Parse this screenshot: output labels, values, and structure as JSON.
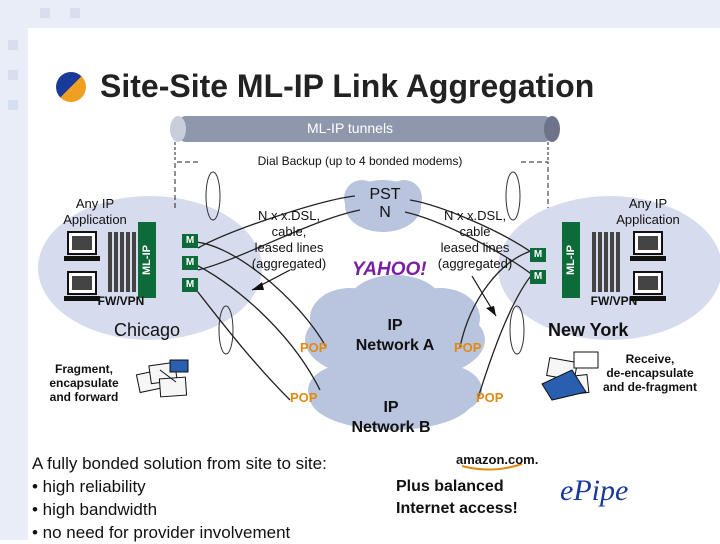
{
  "title": "Site-Site ML-IP Link Aggregation",
  "tunnel_label": "ML-IP tunnels",
  "dial_backup": "Dial Backup (up to 4 bonded modems)",
  "left_site": {
    "app_label_line1": "Any IP",
    "app_label_line2": "Application",
    "mlip": "ML-IP",
    "modem": "M",
    "fw": "FW/VPN",
    "city": "Chicago",
    "action_line1": "Fragment,",
    "action_line2": "encapsulate",
    "action_line3": "and forward"
  },
  "right_site": {
    "app_label_line1": "Any IP",
    "app_label_line2": "Application",
    "mlip": "ML-IP",
    "modem": "M",
    "fw": "FW/VPN",
    "city": "New York",
    "action_line1": "Receive,",
    "action_line2": "de-encapsulate",
    "action_line3": "and de-fragment"
  },
  "link_left_line1": "N x x.DSL,",
  "link_left_line2": "cable,",
  "link_left_line3": "leased lines",
  "link_left_line4": "(aggregated)",
  "link_right_line1": "N x x.DSL,",
  "link_right_line2": "cable",
  "link_right_line3": "leased lines",
  "link_right_line4": "(aggregated)",
  "pstn_line1": "PST",
  "pstn_line2": "N",
  "network_a_line1": "IP",
  "network_a_line2": "Network A",
  "network_b_line1": "IP",
  "network_b_line2": "Network B",
  "pop": "POP",
  "yahoo": "YAHOO!",
  "amazon": "amazon.com.",
  "bullets": [
    "A fully bonded solution from site to site:",
    "• high reliability",
    "• high bandwidth",
    "• no need for provider involvement"
  ],
  "balanced_line1": "Plus balanced",
  "balanced_line2": "Internet access!",
  "epipe_logo": "ePipe",
  "colors": {
    "mlip_green": "#0d6b3a",
    "pop_orange": "#e08a10",
    "cloud": "#b9c4de",
    "logo_blue": "#1a3a9a"
  }
}
